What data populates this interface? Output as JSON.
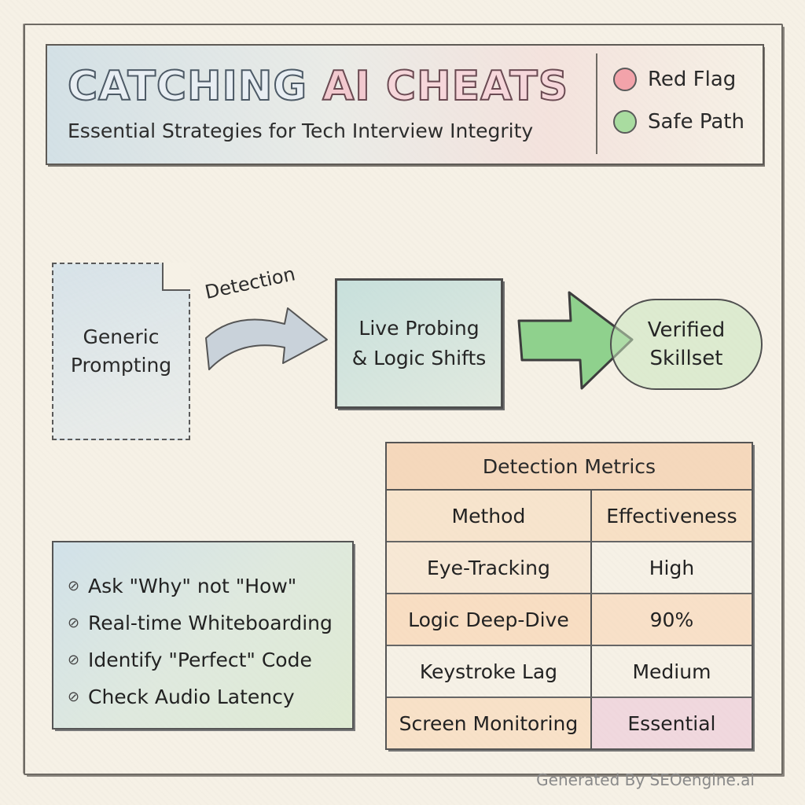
{
  "header": {
    "title_part1": "CATCHING",
    "title_part2": "AI",
    "title_part3": "CHEATS",
    "subtitle": "Essential Strategies for Tech Interview Integrity"
  },
  "legend": {
    "items": [
      {
        "label": "Red Flag",
        "color": "#f2a3aa"
      },
      {
        "label": "Safe Path",
        "color": "#a9dca0"
      }
    ]
  },
  "flow": {
    "start": {
      "line1": "Generic",
      "line2": "Prompting"
    },
    "arrow_label": "Detection",
    "middle": {
      "line1": "Live Probing",
      "line2": "& Logic Shifts"
    },
    "end": {
      "line1": "Verified",
      "line2": "Skillset"
    }
  },
  "checklist": {
    "items": [
      {
        "text": "Ask \"Why\" not \"How\""
      },
      {
        "text": "Real-time Whiteboarding"
      },
      {
        "text": "Identify \"Perfect\" Code"
      },
      {
        "text": "Check Audio Latency"
      }
    ],
    "bullet_icon": "checkmark-icon"
  },
  "metrics": {
    "title": "Detection Metrics",
    "headers": [
      "Method",
      "Effectiveness"
    ],
    "rows": [
      {
        "method": "Eye-Tracking",
        "effectiveness": "High"
      },
      {
        "method": "Logic Deep-Dive",
        "effectiveness": "90%"
      },
      {
        "method": "Keystroke Lag",
        "effectiveness": "Medium"
      },
      {
        "method": "Screen Monitoring",
        "effectiveness": "Essential"
      }
    ]
  },
  "footer": {
    "text": "Generated By SEOengine.ai"
  }
}
